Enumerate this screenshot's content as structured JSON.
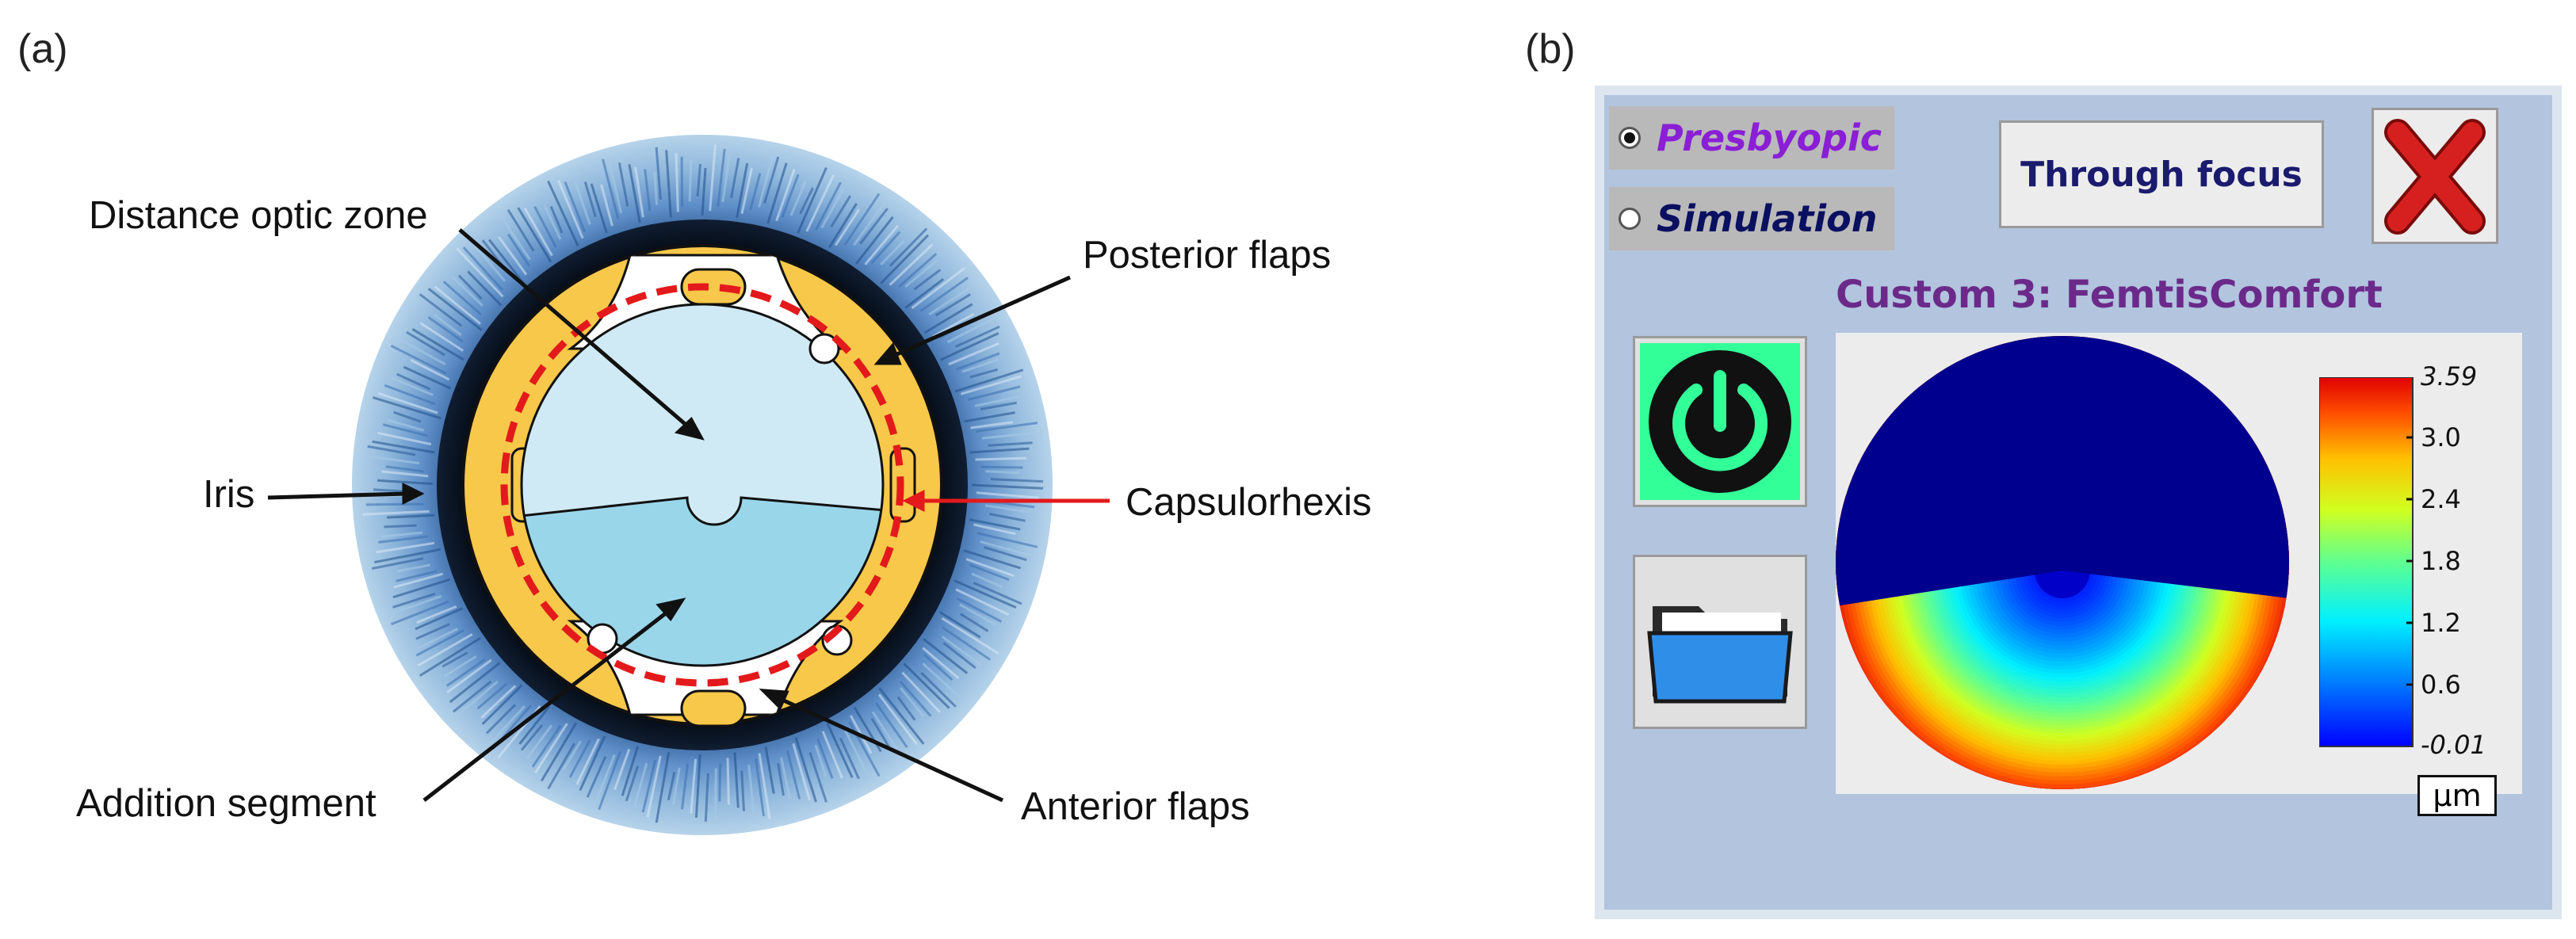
{
  "panel_a": {
    "letter": "(a)",
    "labels": {
      "distance_optic_zone": "Distance optic zone",
      "posterior_flaps": "Posterior flaps",
      "iris": "Iris",
      "capsulorhexis": "Capsulorhexis",
      "addition_segment": "Addition segment",
      "anterior_flaps": "Anterior flaps"
    },
    "colors": {
      "iris": "#4f7fb8",
      "haptic": "#f8c84a",
      "optic_top": "#cfeaf4",
      "optic_bottom": "#9ad6ea",
      "capsulorhexis": "#e31a1c"
    }
  },
  "panel_b": {
    "letter": "(b)",
    "radio_presbyopic": "Presbyopic",
    "radio_simulation": "Simulation",
    "through_focus_label": "Through focus",
    "map_title": "Custom 3: FemtisComfort",
    "colorbar": {
      "max_label": "3.59",
      "min_label": "-0.01",
      "ticks": [
        "3.0",
        "2.4",
        "1.8",
        "1.2",
        "0.6"
      ],
      "unit": "µm"
    },
    "colors": {
      "panel_bg": "#b2c4de",
      "power_button": "#33ff99",
      "close_icon": "#d62020",
      "title": "#6b2a8a",
      "top_half": "#00008f"
    }
  }
}
